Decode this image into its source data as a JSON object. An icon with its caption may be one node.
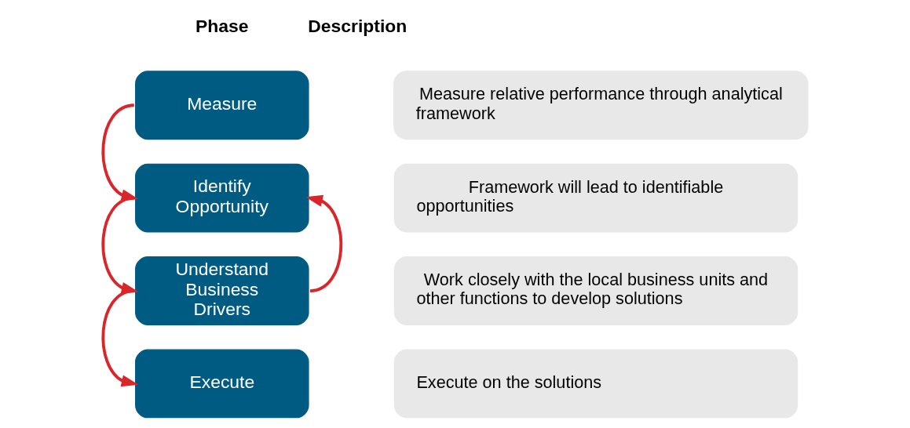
{
  "diagram": {
    "nodes": [
      {
        "text": [
          "Measure"
        ]
      },
      {
        "text": [
          "Identify Opportunity"
        ]
      },
      {
        "text": [
          "Understand Business Drivers"
        ]
      },
      {
        "text": [
          "Execute"
        ]
      },
      {
        "text": [
          "Measure relative performance through analytical framework"
        ]
      },
      {
        "text": [
          "Framework will lead to identifiable opportunities"
        ]
      },
      {
        "text": [
          "Work closely with the local business units and other functions to develop solutions"
        ]
      },
      {
        "text": [
          "Execute on the solutions"
        ]
      }
    ],
    "edges": [
      {
        "from": 0,
        "to": 1,
        "arrow": "to"
      },
      {
        "from": 1,
        "to": 2,
        "arrow": "to"
      },
      {
        "from": 2,
        "to": 3,
        "arrow": "to"
      },
      {
        "from": 2,
        "to": 1,
        "arrow": "to"
      }
    ],
    "labels": [
      "Phase",
      "Description"
    ]
  }
}
